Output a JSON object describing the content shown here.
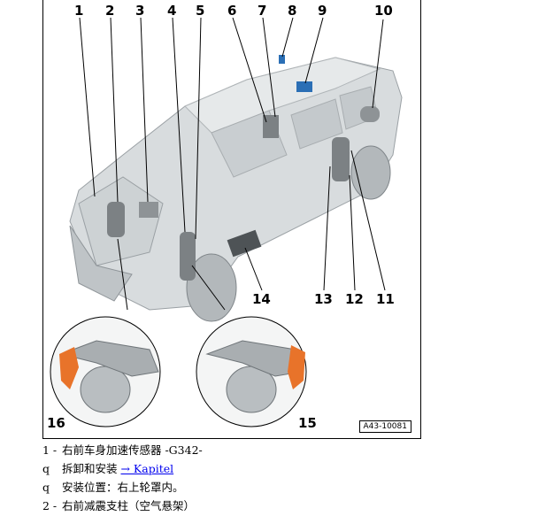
{
  "figure": {
    "callouts": [
      "1",
      "2",
      "3",
      "4",
      "5",
      "6",
      "7",
      "8",
      "9",
      "10",
      "11",
      "12",
      "13",
      "14",
      "15",
      "16"
    ],
    "figure_id": "A43-10081"
  },
  "legend": {
    "item1_num": "1 -",
    "item1_text": "右前车身加速传感器 -G342-",
    "bullet_a_mark": "q",
    "bullet_a_text": "拆卸和安装",
    "bullet_a_link": "→ Kapitel",
    "bullet_b_mark": "q",
    "bullet_b_text": "安装位置：右上轮罩内。",
    "item2_num": "2 -",
    "item2_text": "右前减震支柱（空气悬架）"
  },
  "colors": {
    "highlight": "#e8732a",
    "part_blue": "#2b6fb5",
    "car_body": "#d4d8da"
  }
}
